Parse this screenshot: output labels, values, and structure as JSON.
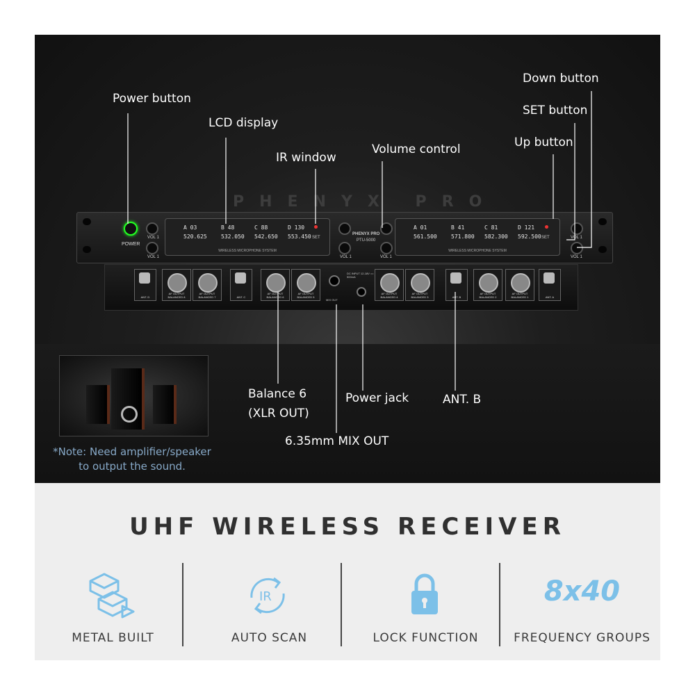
{
  "callouts": {
    "power_button": "Power button",
    "lcd_display": "LCD display",
    "ir_window": "IR window",
    "volume_control": "Volume control",
    "down_button": "Down button",
    "set_button": "SET button",
    "up_button": "Up button",
    "balance6_line1": "Balance 6",
    "balance6_line2": "(XLR OUT)",
    "power_jack": "Power jack",
    "ant_b": "ANT. B",
    "mix_out": "6.35mm MIX OUT"
  },
  "device": {
    "brand": "PHENYX PRO",
    "model": "PTU-5000",
    "power_label": "POWER",
    "caption": "WIRELESS MICROPHONE SYSTEM",
    "set_label": "SET",
    "vol_labels": [
      "VOL 1",
      "VOL 1",
      "VOL 1",
      "VOL 1",
      "VOL 1",
      "VOL 1"
    ],
    "lcd_left": [
      {
        "ch": "A 03",
        "freq": "520.625"
      },
      {
        "ch": "B 48",
        "freq": "532.050"
      },
      {
        "ch": "C 88",
        "freq": "542.650"
      },
      {
        "ch": "D 130",
        "freq": "553.450"
      }
    ],
    "lcd_right": [
      {
        "ch": "A 01",
        "freq": "561.500"
      },
      {
        "ch": "B 41",
        "freq": "571.800"
      },
      {
        "ch": "C 81",
        "freq": "582.300"
      },
      {
        "ch": "D 121",
        "freq": "592.500"
      }
    ],
    "rear_ports": [
      "ANT. D",
      "AF OUTPUT BALANCED 8",
      "AF OUTPUT BALANCED 7",
      "ANT. C",
      "AF OUTPUT BALANCED 6",
      "AF OUTPUT BALANCED 5",
      "MIX OUT",
      "DC INPUT 12-18V == 500mA",
      "AF OUTPUT BALANCED 4",
      "AF OUTPUT BALANCED 3",
      "ANT. B",
      "AF OUTPUT BALANCED 2",
      "AF OUTPUT BALANCED 1",
      "ANT. A"
    ]
  },
  "note": {
    "line1": "*Note: Need amplifier/speaker",
    "line2": "to output the sound."
  },
  "headline": "UHF WIRELESS RECEIVER",
  "features": [
    {
      "icon": "metal-bars-icon",
      "label": "METAL BUILT"
    },
    {
      "icon": "ir-scan-icon",
      "label": "AUTO SCAN"
    },
    {
      "icon": "padlock-icon",
      "label": "LOCK FUNCTION"
    },
    {
      "icon": "8x40-text",
      "big": "8x40",
      "label": "FREQUENCY GROUPS"
    }
  ],
  "colors": {
    "accent_blue": "#7cc0e8",
    "note_blue": "#87a9c8",
    "headline_gray": "#303030",
    "power_green": "#22ff22"
  }
}
